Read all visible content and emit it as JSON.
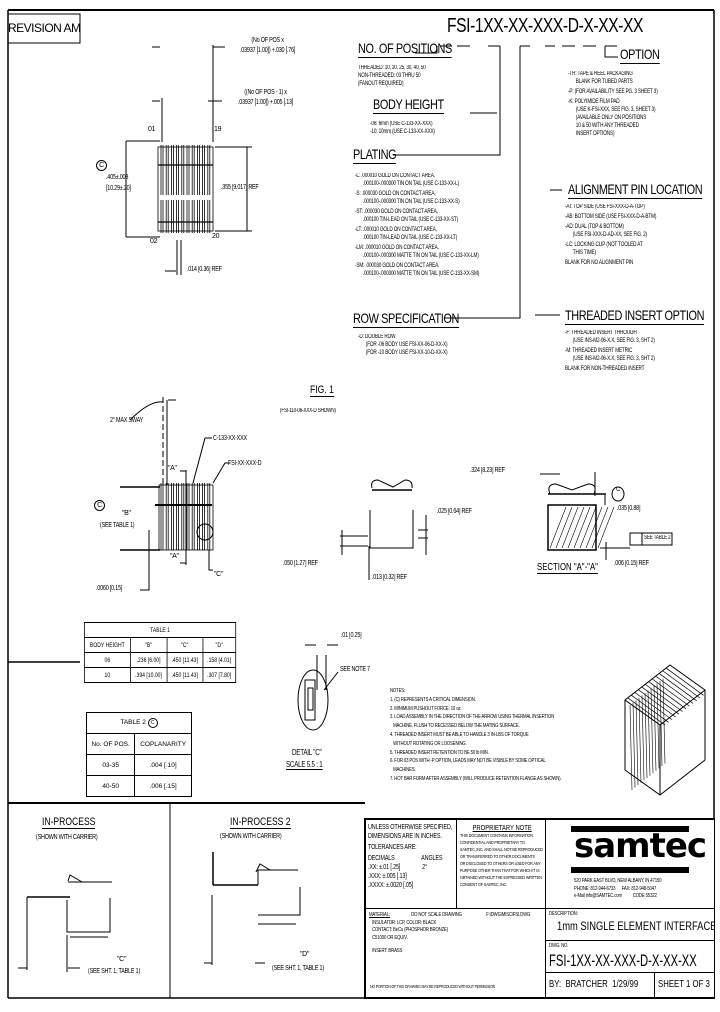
{
  "revision": "REVISION AM",
  "part_number": "FSI-1XX-XX-XXX-D-X-XX-XX",
  "no_of_positions": {
    "title": "NO. OF POSITIONS",
    "lines": [
      "THREADED: 10, 20, 25, 30, 40, 50",
      "NON-THREADED: 03 THRU 50",
      "(FANOUT REQUIRED)"
    ]
  },
  "body_height": {
    "title": "BODY HEIGHT",
    "lines": [
      "-06: 6mm (USE C-133-XX-XXX)",
      "-10: 10mm (USE C-133-XX-XXX)"
    ]
  },
  "plating": {
    "title": "PLATING",
    "items": [
      [
        "-L: .000010 GOLD ON CONTACT AREA,",
        ".000100-.000300 TIN ON TAIL (USE C-133-XX-L)"
      ],
      [
        "-S: .000030 GOLD ON CONTACT AREA,",
        ".000100-.000300 TIN ON TAIL (USE C-133-XX-S)"
      ],
      [
        "-ST: .000030 GOLD ON CONTACT AREA,",
        ".000100 TIN-LEAD ON TAIL (USE C-133-XX-ST)"
      ],
      [
        "-LT: .000010 GOLD ON CONTACT AREA,",
        ".000100 TIN-LEAD ON TAIL (USE C-133-XX-LT)"
      ],
      [
        "-LM: .000010 GOLD ON CONTACT AREA,",
        ".000100-.000300 MATTE TIN ON TAIL (USE C-133-XX-LM)"
      ],
      [
        "-SM: .000030 GOLD ON CONTACT AREA,",
        ".000100-.000300 MATTE TIN ON TAIL (USE C-133-XX-SM)"
      ]
    ]
  },
  "row_specification": {
    "title": "ROW SPECIFICATION",
    "items": [
      [
        "-D: DOUBLE ROW",
        "(FOR -06 BODY USE FSI-XX-06-D-XX-X)",
        "(FOR -10 BODY USE FSI-XX-10-D-XX-X)"
      ]
    ]
  },
  "option": {
    "title": "OPTION",
    "items": [
      [
        "-TR: TAPE & REEL PACKAGING",
        "BLANK FOR TUBED PARTS"
      ],
      [
        "-P: (FOR AVAILABILITY SEE PG. 3 SHEET 3)"
      ],
      [
        "-K: POLYIMIDE FILM PAD",
        "(USE K-FSI-XXX, SEE FIG. 3, SHEET 3)",
        "(AVAILABLE ONLY ON POSITIONS",
        "10 & 50 WITH ANY THREADED",
        "INSERT OPTIONS)"
      ]
    ]
  },
  "alignment_pin": {
    "title": "ALIGNMENT PIN LOCATION",
    "items": [
      [
        "-AT: TOP SIDE (USE FSI-XXX-D-A-TOP)"
      ],
      [
        "-AB: BOTTOM SIDE (USE FSI-XXX-D-A-BTM)"
      ],
      [
        "-AD: DUAL (TOP & BOTTOM)",
        "(USE FSI-XXX-D-AD-XX, SEE FIG. 2)"
      ],
      [
        "-LC: LOCKING CLIP (NOT TOOLED AT",
        "THIS TIME)"
      ],
      [
        "BLANK FOR NO ALIGNMENT PIN"
      ]
    ]
  },
  "threaded_insert": {
    "title": "THREADED INSERT OPTION",
    "items": [
      [
        "-F: THREADED INSERT THROUGH",
        "(USE INS-M2-06-X.X, SEE FIG. 3, SHT 2)"
      ],
      [
        "-M: THREADED INSERT METRIC",
        "(USE INS-M2-06-X.X, SEE FIG. 3, SHT 2)"
      ],
      [
        "BLANK FOR NON-THREADED INSERT"
      ]
    ]
  },
  "top_view": {
    "dim_pitch_total": [
      "(No OF POS x",
      ".03937 [1.00]) +.030 [.76]"
    ],
    "dim_pitch_minus": [
      "((No OF POS - 1) x",
      ".03937 [1.00]) +.005 [.13]"
    ],
    "pin_01": "01",
    "pin_19": "19",
    "pin_02": "02",
    "pin_20": "20",
    "dim_height": [
      ".405±.008",
      "[10.29±.20]"
    ],
    "dim_ref": ".355 [9.017] REF",
    "dim_tail": ".014 [0.36] REF",
    "critical_mark": "C"
  },
  "fig1": {
    "title": "FIG. 1",
    "subtitle": "(FSI-110-06-XXX-D SHOWN)",
    "sway": "2° MAX SWAY",
    "callout_c133": "C-133-XX-XXX",
    "callout_fsi": "FSI-XX-XXX-D",
    "label_a_top": "\"A\"",
    "label_a_bottom": "\"A\"",
    "label_b": "\"B\"",
    "see_table": "(SEE TABLE 1)",
    "label_c": "\"C\"",
    "dim_bottom": ".0060 [0.15]",
    "critical_mark": "C"
  },
  "side_view": {
    "dim_025": ".025 [0.64] REF",
    "dim_050": ".050 [1.27] REF",
    "dim_013": ".013 [0.32] REF"
  },
  "section": {
    "dim_324": ".324 [8.23] REF",
    "dim_035": ".035 [0.88]",
    "dim_006": ".006 [0.15] REF",
    "see_table2": "SEE TABLE 2",
    "title": "SECTION \"A\"-\"A\"",
    "critical_mark": "C"
  },
  "table1": {
    "title": "TABLE 1",
    "headers": [
      "BODY HEIGHT",
      "\"B\"",
      "\"C\"",
      "\"D\""
    ],
    "rows": [
      [
        "06",
        ".236 [6.00]",
        ".450 [11.43]",
        ".158 [4.01]"
      ],
      [
        "10",
        ".394 [10.00]",
        ".450 [11.43]",
        ".307 [7.80]"
      ]
    ]
  },
  "table2": {
    "title": "TABLE 2",
    "critical_mark": "C",
    "headers": [
      "No. OF POS.",
      "COPLANARITY"
    ],
    "rows": [
      [
        "03-35",
        ".004 [.10]"
      ],
      [
        "40-50",
        ".006 [.15]"
      ]
    ]
  },
  "detail_c": {
    "dim": ".01 [0.25]",
    "see_note": "SEE NOTE 7",
    "title": "DETAIL \"C\"",
    "scale": "SCALE 5.5 : 1"
  },
  "notes": {
    "title": "NOTES:",
    "lines": [
      "1. (C) REPRESENTS A CRITICAL DIMENSION.",
      "2. MINIMUM PUSHOUT FORCE: 10 oz.",
      "3. LOAD ASSEMBLY IN THE DIRECTION OF THE ARROW USING THERMAL INSERTION",
      "   MACHINE. FLUSH TO RECESSED BELOW THE MATING SURFACE.",
      "4. THREADED INSERT MUST BE ABLE TO HANDLE 3 IN-LBS OF TORQUE",
      "   WITHOUT ROTATING OR LOOSENING.",
      "5. THREADED INSERT RETENTION TO BE 50 lb MIN.",
      "6. FOR 03 POS WITH -P OPTION, LEADS MAY NOT BE VISIBLE BY SOME OPTICAL",
      "   MACHINES.",
      "7. HOT BAR FORM AFTER ASSEMBLY (WILL PRODUCE RETENTION FLANGE AS SHOWN)."
    ]
  },
  "in_process": {
    "title": "IN-PROCESS",
    "subtitle": "(SHOWN WITH CARRIER)",
    "label": "\"C\"",
    "see": "(SEE SHT. 1, TABLE 1)"
  },
  "in_process_2": {
    "title": "IN-PROCESS 2",
    "subtitle": "(SHOWN WITH CARRIER)",
    "label": "\"D\"",
    "see": "(SEE SHT. 1, TABLE 1)"
  },
  "title_block": {
    "tolerances": {
      "lines": [
        "UNLESS OTHERWISE SPECIFIED,",
        "DIMENSIONS ARE IN INCHES.",
        "TOLERANCES ARE:"
      ],
      "decimals_label": "DECIMALS",
      "angles_label": "ANGLES",
      "decimals": [
        ".XX: ±.01 [.25]",
        ".XXX: ±.005 [.13]",
        ".XXXX: ±.0020 [.05]"
      ],
      "angle_value": "2°"
    },
    "proprietary": {
      "title": "PROPRIETARY NOTE",
      "lines": [
        "THIS DOCUMENT CONTAINS INFORMATION",
        "CONFIDENTIAL AND PROPRIETARY TO",
        "SAMTEC, INC. AND SHALL NOT BE REPRODUCED",
        "OR TRANSFERRED TO OTHER DOCUMENTS",
        "OR DISCLOSED TO OTHERS OR USED FOR ANY",
        "PURPOSE OTHER THAN THAT FOR WHICH IT IS",
        "OBTAINED WITHOUT THE EXPRESSED WRITTEN",
        "CONSENT OF SAMTEC, INC."
      ]
    },
    "company": {
      "logo": "samtec",
      "address": "520 PARK EAST BLVD, NEW ALBANY, IN 47150",
      "phone": "PHONE: 812-944-6733",
      "fax": "FAX: 812-948-5047",
      "email": "e-Mail info@SAMTEC.com",
      "code": "CODE 55322"
    },
    "material": {
      "label": "MATERIAL:",
      "do_not_scale": "DO NOT SCALE DRAWING",
      "file": "F:\\DWG\\MISC\\FSI.DWG",
      "lines": [
        "INSULATOR: LCP, COLOR: BLACK",
        "CONTACT: BeCu (PHOSPHOR BRONZE)",
        "C51000 OR EQUIV.",
        "",
        "INSERT: BRASS"
      ],
      "footer": "NO PORTION OF THIS DRAWING MAY BE REPRODUCED WITHOUT PERMISSION"
    },
    "description_label": "DESCRIPTION:",
    "description": "1mm SINGLE ELEMENT INTERFACE",
    "dwg_no_label": "DWG. NO.",
    "dwg_no": "FSI-1XX-XX-XXX-D-X-XX-XX",
    "by": "BY:  BRATCHER  1/29/99",
    "sheet": "SHEET 1 OF 3"
  }
}
